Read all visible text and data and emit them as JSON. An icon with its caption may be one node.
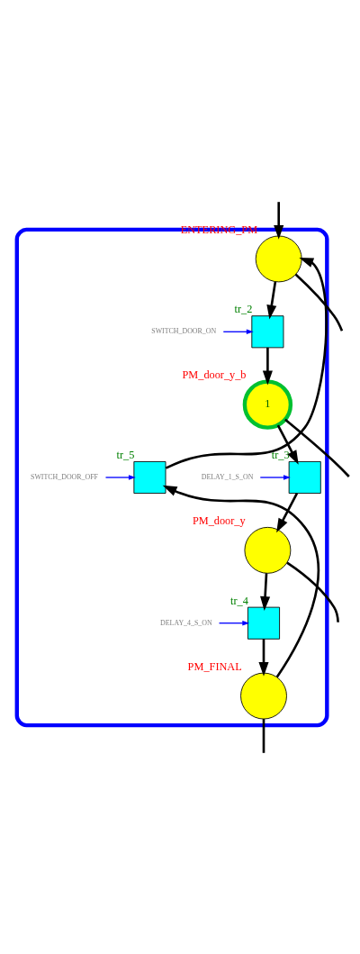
{
  "diagram": {
    "nodes": [
      {
        "text": [],
        "shape": "box"
      },
      {
        "text": [
          "ENTERING_PM"
        ],
        "in": 0
      },
      {
        "text": [
          "SWITCH_DOOR_ON"
        ],
        "in": 0
      },
      {
        "text": [
          "tr_2"
        ],
        "in": 0
      },
      {
        "text": [
          "1",
          "PM_door_y_b"
        ],
        "in": 0
      },
      {
        "text": [
          "DELAY_1_S_ON"
        ],
        "in": 0
      },
      {
        "text": [
          "tr_3"
        ],
        "in": 0
      },
      {
        "text": [
          "SWITCH_DOOR_OFF"
        ],
        "in": 0
      },
      {
        "text": [
          "tr_5"
        ],
        "in": 0
      },
      {
        "text": [
          "PM_door_y"
        ],
        "in": 0
      },
      {
        "text": [
          "DELAY_4_S_ON"
        ],
        "in": 0
      },
      {
        "text": [
          "tr_4"
        ],
        "in": 0
      },
      {
        "text": [
          "PM_FINAL"
        ],
        "in": 0
      }
    ],
    "edges": [
      {
        "from": 1,
        "to": null,
        "arrow": "none"
      },
      {
        "from": null,
        "to": 1,
        "arrow": "to"
      },
      {
        "from": 1,
        "to": 3,
        "arrow": "to"
      },
      {
        "from": 2,
        "to": 3,
        "arrow": "to",
        "color": "#0000ff"
      },
      {
        "from": 3,
        "to": 4,
        "arrow": "to"
      },
      {
        "from": 4,
        "to": null,
        "arrow": "none"
      },
      {
        "from": 4,
        "to": 6,
        "arrow": "to"
      },
      {
        "from": 5,
        "to": 6,
        "arrow": "to",
        "color": "#0000ff"
      },
      {
        "from": 6,
        "to": 9,
        "arrow": "to"
      },
      {
        "from": 7,
        "to": 8,
        "arrow": "to",
        "color": "#0000ff"
      },
      {
        "from": 8,
        "to": 1,
        "arrow": "to"
      },
      {
        "from": 9,
        "to": null,
        "arrow": "none"
      },
      {
        "from": 9,
        "to": 11,
        "arrow": "to"
      },
      {
        "from": 10,
        "to": 11,
        "arrow": "to",
        "color": "#0000ff"
      },
      {
        "from": 11,
        "to": 12,
        "arrow": "to"
      },
      {
        "from": 12,
        "to": null,
        "arrow": "none"
      },
      {
        "from": 12,
        "to": 8,
        "arrow": "to"
      }
    ]
  }
}
